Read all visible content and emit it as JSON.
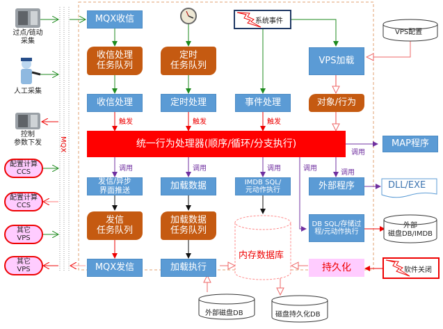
{
  "left_sources": [
    {
      "id": "checkpoint",
      "label_line1": "过点/链动",
      "label_line2": "采集"
    },
    {
      "id": "manual",
      "label_line1": "人工采集",
      "label_line2": ""
    },
    {
      "id": "control",
      "label_line1": "控制",
      "label_line2": "参数下发"
    }
  ],
  "left_pills": [
    {
      "line1": "配置计算",
      "line2": "CCS"
    },
    {
      "line1": "配置计算",
      "line2": "CCS"
    },
    {
      "line1": "其它",
      "line2": "VPS"
    },
    {
      "line1": "其它",
      "line2": "VPS"
    }
  ],
  "bus_label": "MQX",
  "nodes": {
    "mqx_receive": "MQX收信",
    "receive_queue_1": "收信处理",
    "receive_queue_2": "任务队列",
    "receive_process": "收信处理",
    "timer_queue_1": "定时",
    "timer_queue_2": "任务队列",
    "timer_process": "定时处理",
    "system_event": "系统事件",
    "event_process": "事件处理",
    "vps_load": "VPS加载",
    "object_behavior": "对象/行为",
    "vps_config": "VPS配置",
    "unified_processor": "统一行为处理器(顺序/循环/分支执行)",
    "map_program": "MAP程序",
    "send_async_1": "发信/异步",
    "send_async_2": "界面推送",
    "load_data": "加载数据",
    "imdb_sql_1": "IMDB SQL/",
    "imdb_sql_2": "元动作执行",
    "external_program": "外部程序",
    "dll_exe": "DLL/EXE",
    "send_queue_1": "发信",
    "send_queue_2": "任务队列",
    "load_queue_1": "加载数据",
    "load_queue_2": "任务队列",
    "memory_db": "内存数据库",
    "db_sql_1": "DB SQL/存储过",
    "db_sql_2": "程/元动作执行",
    "external_db_1": "外部",
    "external_db_2": "磁盘DB/IMDB",
    "mqx_send": "MQX发信",
    "load_exec": "加载执行",
    "persist": "持久化",
    "software_close": "软件关闭",
    "external_disk_db": "外部磁盘DB",
    "disk_persist_db": "磁盘持久化DB"
  },
  "edge_labels": {
    "trigger": "触发",
    "call": "调用"
  },
  "colors": {
    "process_blue": "#5b9bd5",
    "queue_orange": "#c55a11",
    "processor_red": "#ff0000",
    "persist_pink": "#ffccff",
    "green_arrow": "#1e8a1e",
    "red_arrow": "#e00000",
    "purple_arrow": "#7030a0",
    "boundary": "#e0a070"
  }
}
